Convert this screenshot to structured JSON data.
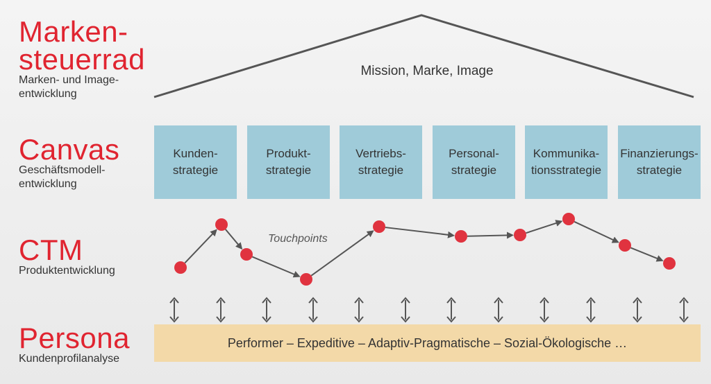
{
  "sections": {
    "marken": {
      "title_line1": "Marken-",
      "title_line2": "steuerrad",
      "sub_line1": "Marken- und Image-",
      "sub_line2": "entwicklung"
    },
    "canvas": {
      "title": "Canvas",
      "sub_line1": "Geschäftsmodell-",
      "sub_line2": "entwicklung"
    },
    "ctm": {
      "title": "CTM",
      "sub": "Produktentwicklung"
    },
    "persona": {
      "title": "Persona",
      "sub": "Kundenprofilanalyse"
    }
  },
  "roof_label": "Mission, Marke, Image",
  "strategies": [
    {
      "label": "Kunden-\nstrategie"
    },
    {
      "label": "Produkt-\nstrategie"
    },
    {
      "label": "Vertriebs-\nstrategie"
    },
    {
      "label": "Personal-\nstrategie"
    },
    {
      "label": "Kommunika-\ntionsstrategie"
    },
    {
      "label": "Finanzierungs-\nstrategie"
    }
  ],
  "touchpoints_label": "Touchpoints",
  "touchpoint_count": 10,
  "persona_bar": "Performer – Expeditive – Adaptiv-Pragmatische – Sozial-Ökologische …",
  "colors": {
    "heading": "#e02430",
    "box": "#9fcbd9",
    "bar": "#f3d9a8",
    "dot": "#e0333f",
    "line": "#555555"
  }
}
